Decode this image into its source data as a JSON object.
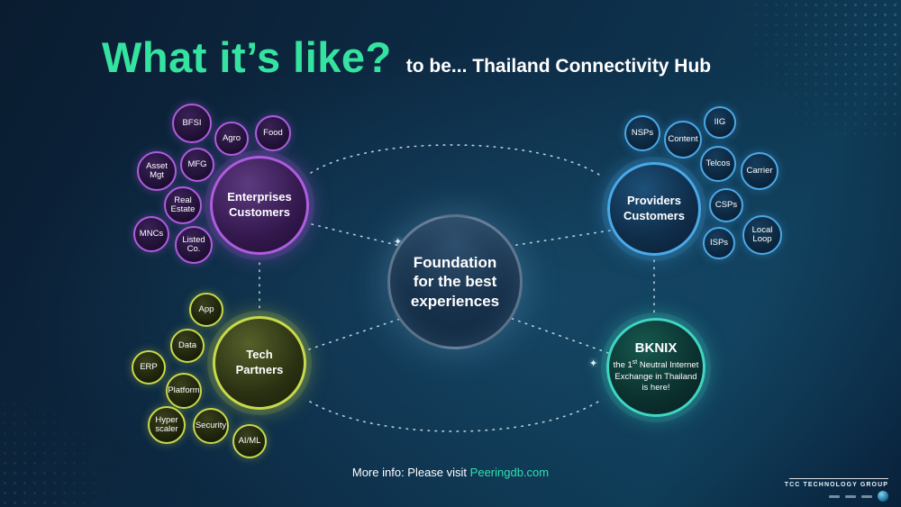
{
  "slide": {
    "title": "What it’s like?",
    "subtitle": "to be... Thailand Connectivity Hub"
  },
  "center": {
    "label": "Foundation for the best experiences"
  },
  "clusters": {
    "enterprises": {
      "label": "Enterprises Customers",
      "bubbles": [
        "BFSI",
        "Agro",
        "Food",
        "MFG",
        "Asset Mgt",
        "Real Estate",
        "MNCs",
        "Listed Co."
      ]
    },
    "providers": {
      "label": "Providers Customers",
      "bubbles": [
        "NSPs",
        "Content",
        "IIG",
        "Telcos",
        "Carrier",
        "CSPs",
        "ISPs",
        "Local Loop"
      ]
    },
    "tech": {
      "label": "Tech Partners",
      "bubbles": [
        "App",
        "Data",
        "ERP",
        "Platform",
        "Hyper scaler",
        "Security",
        "AI/ML"
      ]
    },
    "bknix": {
      "name": "BKNIX",
      "desc_pre": "the 1",
      "desc_sup": "st",
      "desc_post": " Neutral Internet Exchange in Thailand is here!"
    }
  },
  "footer": {
    "more_info": "More info: Please visit",
    "link": "Peeringdb.com"
  },
  "logo": {
    "text": "TCC TECHNOLOGY GROUP"
  },
  "icons": {
    "sparkle": "✦"
  },
  "colors": {
    "accent_green": "#35e3a1",
    "purple": "#b05ce0",
    "blue": "#4aa9e8",
    "yellow": "#c9d94a",
    "teal": "#3fd6c2",
    "link_teal": "#2fe0b0"
  }
}
